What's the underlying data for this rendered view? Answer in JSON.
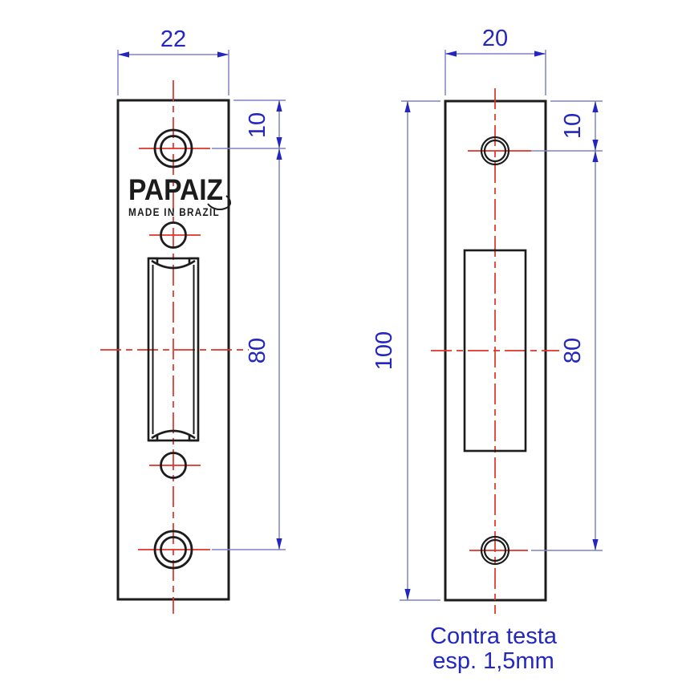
{
  "drawing_title": "Contra testa technical drawing",
  "colors": {
    "line": "#1c1c1c",
    "centerline": "#e03228",
    "dimline": "#7d84c4",
    "dimaccent": "#2326c0",
    "background": "#ffffff"
  },
  "left_view": {
    "description": "strike plate front view with latch lip",
    "brand": "PAPAIZ",
    "made_in": "MADE IN BRAZIL",
    "dims": {
      "width": "22",
      "top_hole_offset": "10",
      "hole_spacing": "80"
    }
  },
  "right_view": {
    "description": "strike plate flat view",
    "dims": {
      "width": "20",
      "height": "100",
      "top_hole_offset": "10",
      "hole_spacing": "80"
    }
  },
  "caption": {
    "line1": "Contra testa",
    "line2": "esp. 1,5mm"
  }
}
